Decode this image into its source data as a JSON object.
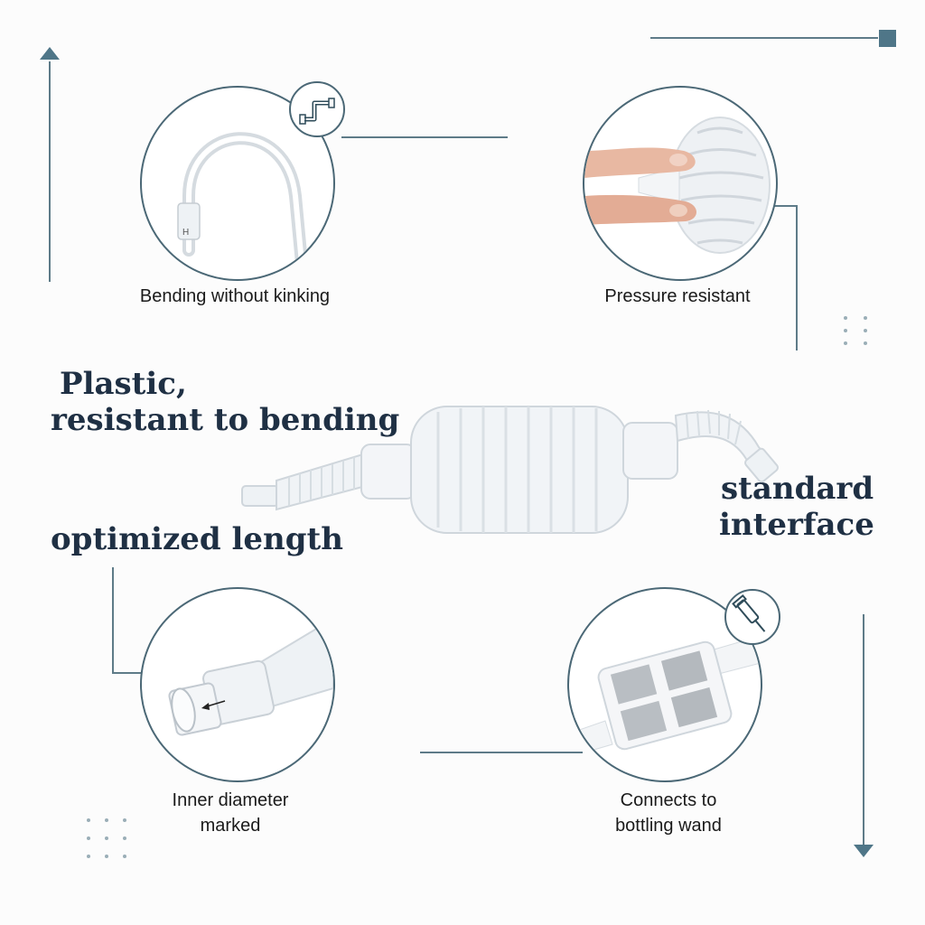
{
  "features": {
    "bending": {
      "caption": "Bending without kinking",
      "icon": "pipe-bend-icon"
    },
    "pressure": {
      "caption": "Pressure resistant"
    },
    "diameter": {
      "caption_line1": "Inner diameter",
      "caption_line2": "marked"
    },
    "wand": {
      "caption_line1": "Connects to",
      "caption_line2": "bottling wand",
      "icon": "wand-icon"
    }
  },
  "headings": {
    "plastic_line1": "Plastic,",
    "plastic_line2": "resistant to bending",
    "optimized": "optimized length",
    "standard_line1": "standard",
    "standard_line2": "interface"
  },
  "colors": {
    "accent": "#4b6876",
    "heading": "#1f3044",
    "square": "#4f7688"
  }
}
